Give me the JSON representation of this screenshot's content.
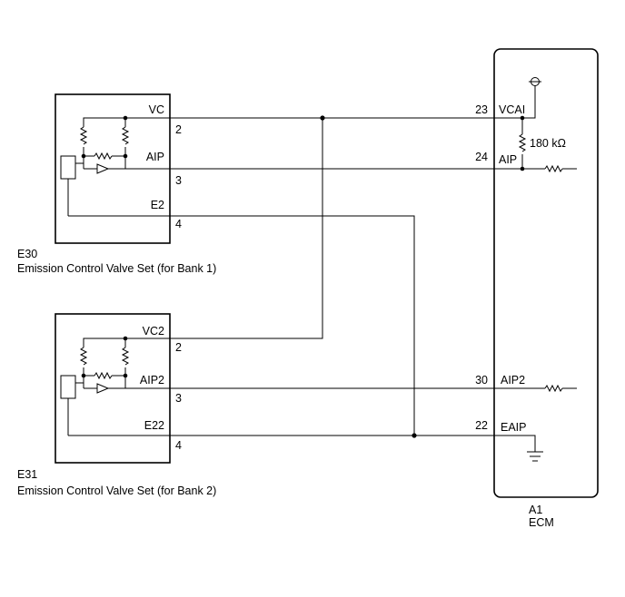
{
  "e30": {
    "code": "E30",
    "name": "Emission Control Valve Set (for Bank 1)",
    "pins": {
      "vc": "VC",
      "aip": "AIP",
      "e2": "E2",
      "n_vc": "2",
      "n_aip": "3",
      "n_e2": "4"
    }
  },
  "e31": {
    "code": "E31",
    "name": "Emission Control Valve Set (for Bank 2)",
    "pins": {
      "vc": "VC2",
      "aip": "AIP2",
      "e2": "E22",
      "n_vc": "2",
      "n_aip": "3",
      "n_e2": "4"
    }
  },
  "ecm": {
    "code": "A1",
    "name": "ECM",
    "resistor_value": "180 kΩ",
    "pins": [
      {
        "num": "23",
        "label": "VCAI"
      },
      {
        "num": "24",
        "label": "AIP"
      },
      {
        "num": "30",
        "label": "AIP2"
      },
      {
        "num": "22",
        "label": "EAIP"
      }
    ]
  }
}
